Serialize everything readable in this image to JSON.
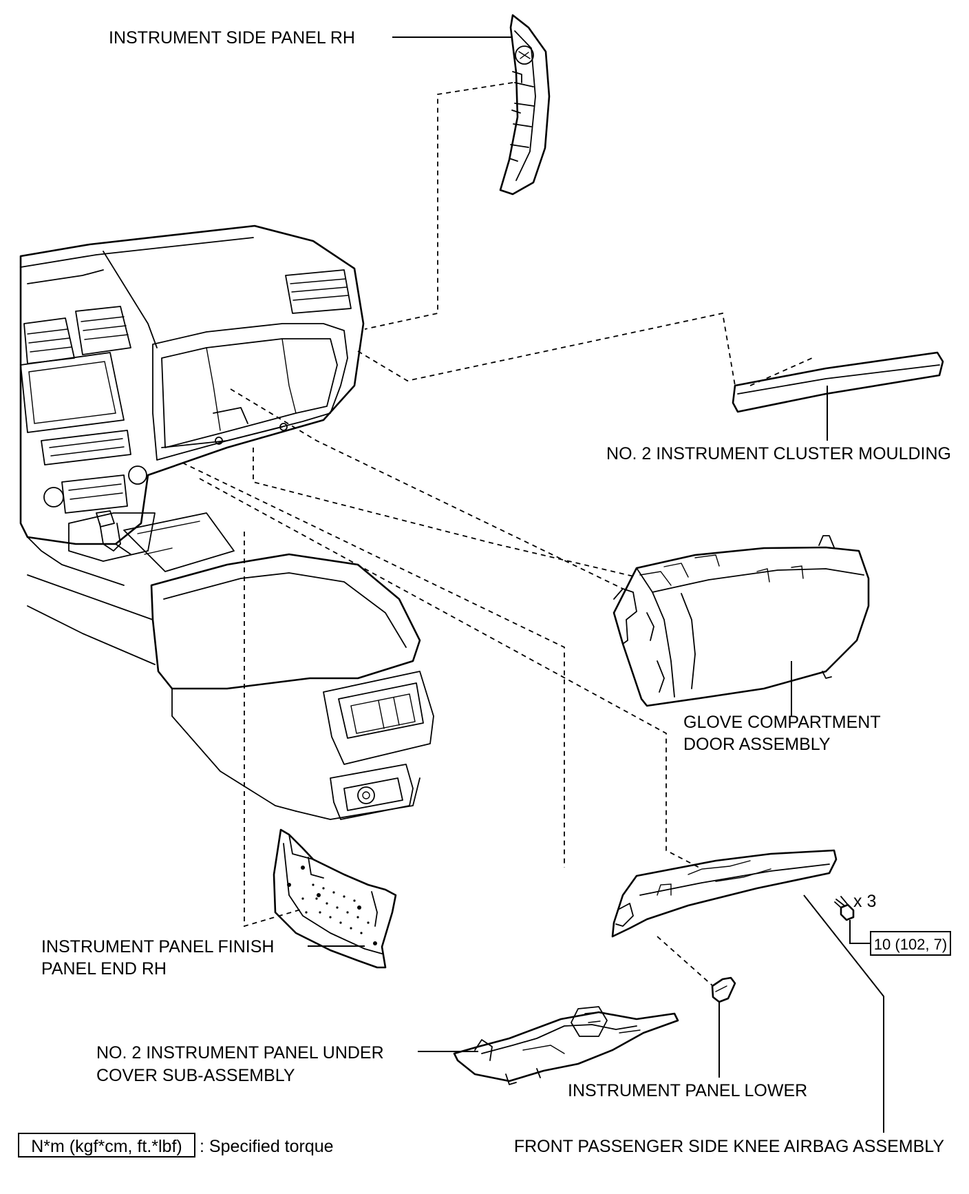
{
  "labels": {
    "instrument_side_panel_rh": "INSTRUMENT SIDE PANEL RH",
    "cluster_moulding": "NO. 2 INSTRUMENT CLUSTER MOULDING",
    "glove_compartment_line1": "GLOVE COMPARTMENT",
    "glove_compartment_line2": "DOOR ASSEMBLY",
    "finish_panel_line1": "INSTRUMENT PANEL FINISH",
    "finish_panel_line2": "PANEL END RH",
    "quantity": "x 3",
    "torque_value": "10 (102, 7)",
    "under_cover_line1": "NO. 2 INSTRUMENT PANEL UNDER",
    "under_cover_line2": "COVER SUB-ASSEMBLY",
    "instrument_panel_lower": "INSTRUMENT PANEL LOWER",
    "knee_airbag": "FRONT PASSENGER SIDE KNEE AIRBAG ASSEMBLY"
  },
  "legend": {
    "torque_units": "N*m (kgf*cm, ft.*lbf)",
    "torque_description": ": Specified torque"
  }
}
